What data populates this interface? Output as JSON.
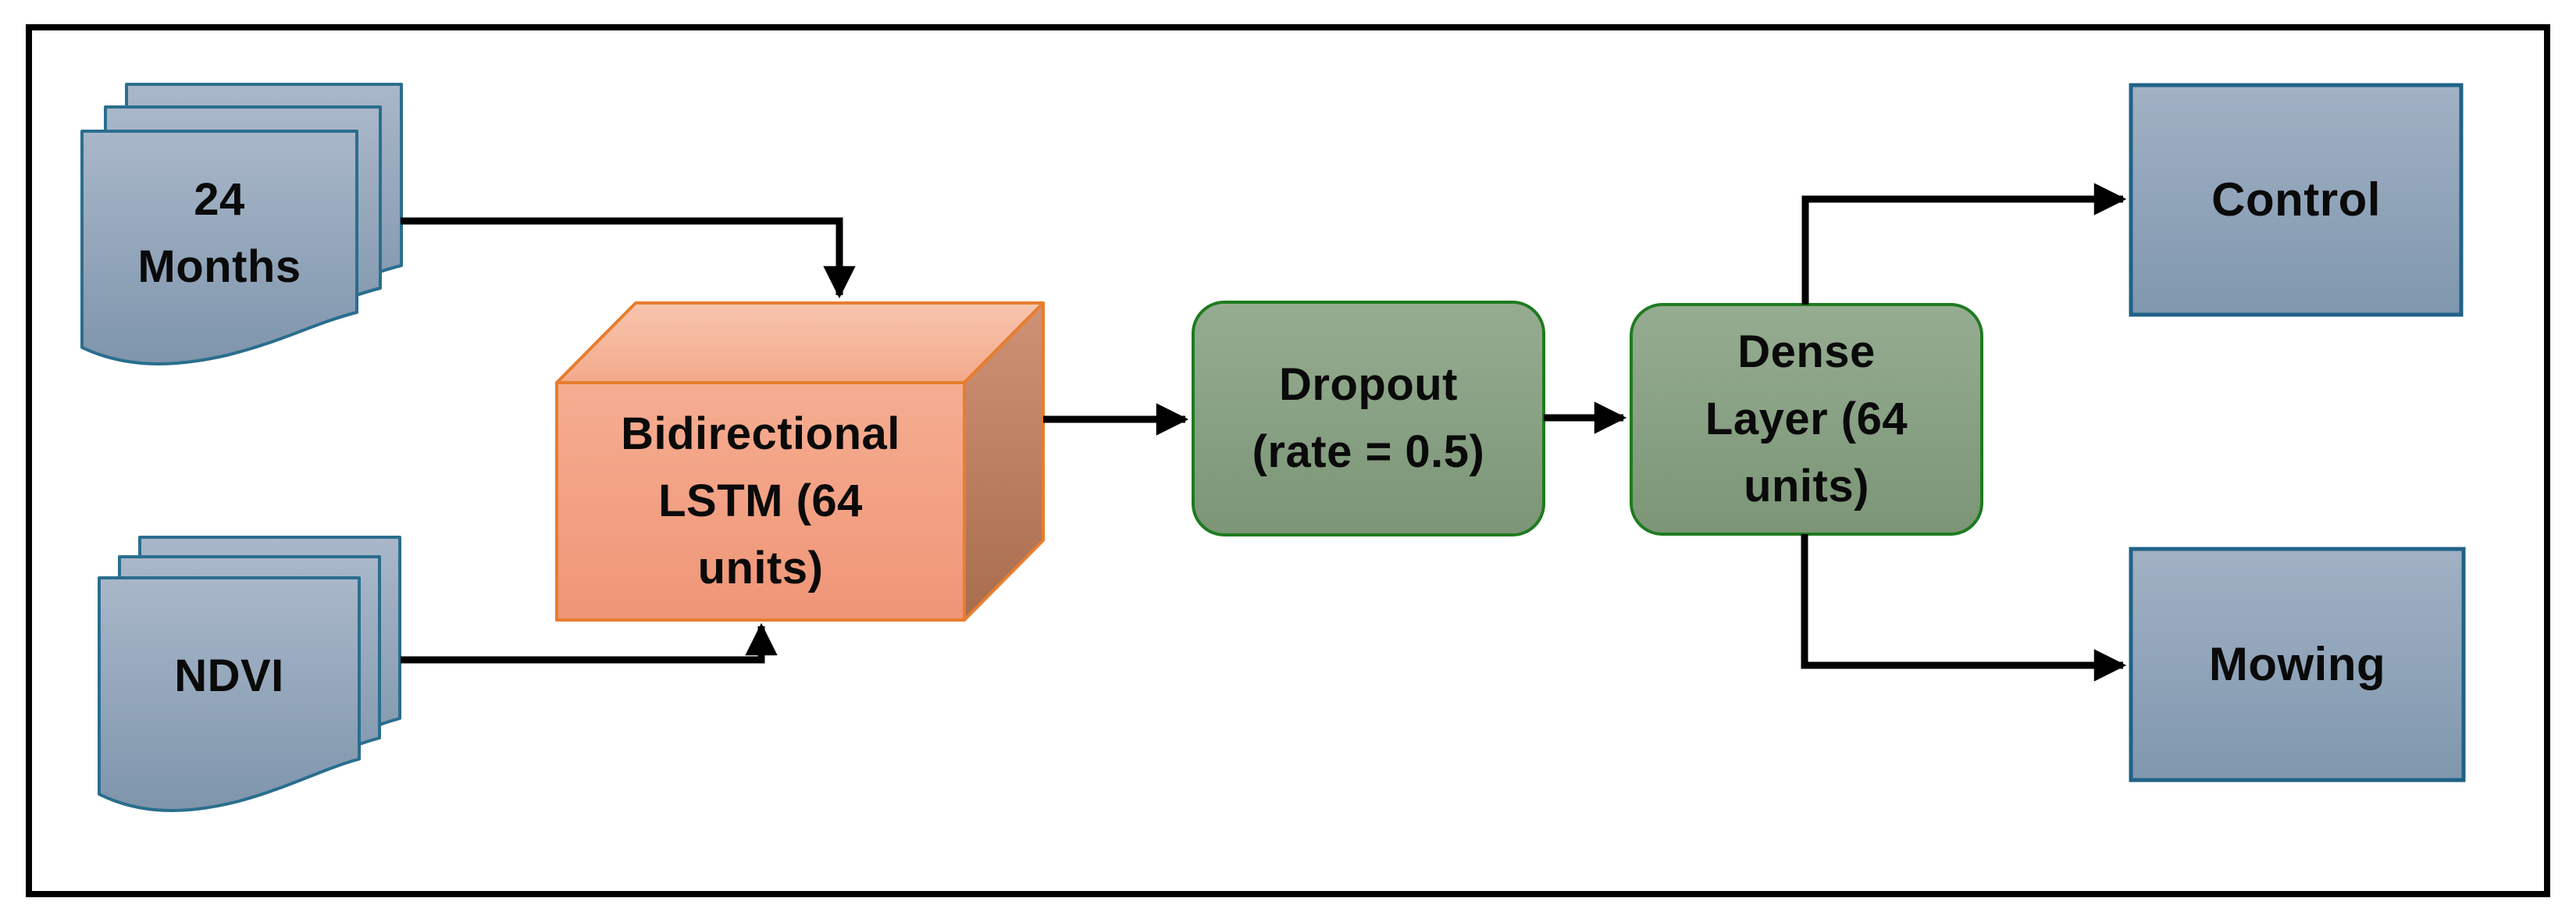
{
  "diagram": {
    "type": "flowchart",
    "nodes": {
      "months_input": {
        "label": "24 Months",
        "lines": [
          "24",
          "Months"
        ],
        "shape": "stacked-documents"
      },
      "ndvi_input": {
        "label": "NDVI",
        "lines": [
          "NDVI"
        ],
        "shape": "stacked-documents"
      },
      "bilstm": {
        "label": "Bidirectional LSTM (64 units)",
        "lines": [
          "Bidirectional",
          "LSTM (64",
          "units)"
        ],
        "shape": "cube-3d"
      },
      "dropout": {
        "label": "Dropout (rate = 0.5)",
        "lines": [
          "Dropout",
          "(rate = 0.5)"
        ],
        "shape": "rounded-rect"
      },
      "dense": {
        "label": "Dense Layer (64 units)",
        "lines": [
          "Dense",
          "Layer (64",
          "units)"
        ],
        "shape": "rounded-rect"
      },
      "control": {
        "label": "Control",
        "lines": [
          "Control"
        ],
        "shape": "rect"
      },
      "mowing": {
        "label": "Mowing",
        "lines": [
          "Mowing"
        ],
        "shape": "rect"
      }
    },
    "edges": [
      {
        "from": "months_input",
        "to": "bilstm"
      },
      {
        "from": "ndvi_input",
        "to": "bilstm"
      },
      {
        "from": "bilstm",
        "to": "dropout"
      },
      {
        "from": "dropout",
        "to": "dense"
      },
      {
        "from": "dense",
        "to": "control"
      },
      {
        "from": "dense",
        "to": "mowing"
      }
    ],
    "colors": {
      "frame_border": "#000000",
      "arrow": "#000000",
      "text": "#0A0A0A",
      "doc_fill_top": "#A9B7C9",
      "doc_fill_bottom": "#7E95AC",
      "doc_border": "#2A6E8E",
      "cube_front_top": "#F5AD91",
      "cube_front_bottom": "#F09577",
      "cube_top_top": "#F8C5AE",
      "cube_top_bottom": "#F3A98A",
      "cube_side_top": "#D09274",
      "cube_side_bottom": "#A86D4E",
      "cube_border": "#E87D2E",
      "green_fill_top": "#96AC91",
      "green_fill_bottom": "#7B9576",
      "green_border": "#1E7B1F",
      "output_fill_top": "#A2B1C4",
      "output_fill_bottom": "#7F97AE",
      "output_border": "#1F6287"
    }
  }
}
